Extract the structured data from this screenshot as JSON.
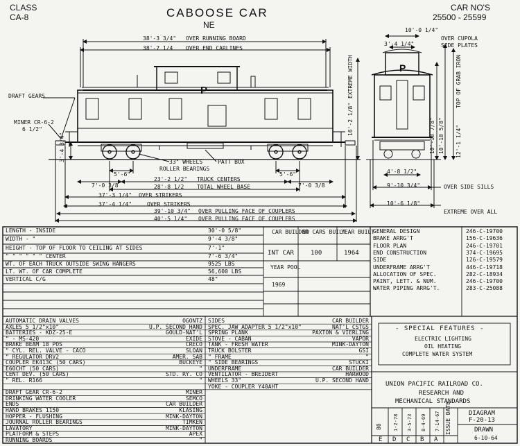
{
  "header": {
    "class_label": "CLASS",
    "class_value": "CA-8",
    "title": "CABOOSE CAR",
    "subtitle": "NE",
    "car_nos_label": "CAR NO'S",
    "car_nos_value": "25500 - 25599"
  },
  "side_view": {
    "dimensions": [
      {
        "text": "38'-3 3/4\"",
        "label": "OVER RUNNING BOARD"
      },
      {
        "text": "38'-7 1/4",
        "label": "OVER END CARLINES"
      },
      {
        "text": "5'-6\""
      },
      {
        "text": "5'-6\""
      },
      {
        "text": "7'-0 3/8"
      },
      {
        "text": "7'-0 3/8"
      },
      {
        "text": "23'-2 1/2\"",
        "label": "TRUCK CENTERS"
      },
      {
        "text": "28'-8 1/2",
        "label": "TOTAL WHEEL BASE"
      },
      {
        "text": "37'-3 1/4\"",
        "label": "OVER STRIKERS"
      },
      {
        "text": "37'-4 1/4\"",
        "label": "OVER STRIKERS"
      },
      {
        "text": "39'-10 3/4\"",
        "label": "OVER PULLING FACE OF COUPLERS"
      },
      {
        "text": "40'-5 1/4\"",
        "label": "OVER PULLING FACE OF COUPLERS"
      }
    ],
    "callouts": {
      "draft_gears": "DRAFT GEARS",
      "miner": "MINER CR-6-2",
      "miner_size": "6 1/2\"",
      "height_low": "3'-4 3/4\"",
      "wheels": "33\" WHEELS",
      "patt_box": "PATT BOX",
      "roller_bearings": "ROLLER BEARINGS",
      "herald": "P"
    }
  },
  "end_view": {
    "dims": [
      {
        "text": "10'-0 1/4\"",
        "label": "OVER CUPOLA"
      },
      {
        "text": "3'-4 1/4\"",
        "label": "SIDE PLATES"
      },
      {
        "text": "16'-2 1/8\"",
        "label": "EXTREME WIDTH"
      },
      {
        "text": "12'-1 1/4\"",
        "label": "TOP OF GRAB IRON"
      },
      {
        "text": "10'-10 7/8\""
      },
      {
        "text": "10'-10 5/8\""
      },
      {
        "text": "4'-8 1/2\""
      },
      {
        "text": "9'-10 3/4\"",
        "label": "OVER SIDE SILLS"
      },
      {
        "text": "10'-6 1/8\"",
        "label": "EXTREME OVER ALL"
      }
    ]
  },
  "spec_table": {
    "rows": [
      {
        "label": "LENGTH - INSIDE",
        "value": "30'-0 5/8\""
      },
      {
        "label": "WIDTH - \"",
        "value": "9'-4 3/8\""
      },
      {
        "label": "HEIGHT - TOP OF FLOOR TO CEILING AT SIDES",
        "value": "7'-1\""
      },
      {
        "label": "\"  \"  \"  \"  \"  \"  CENTER",
        "value": "7'-6 3/4\""
      },
      {
        "label": "WT. OF EACH TRUCK OUTSIDE SWING HANGERS",
        "value": "9525 LBS"
      },
      {
        "label": "LT. WT. OF CAR COMPLETE",
        "value": "56,600 LBS"
      },
      {
        "label": "VERTICAL  C/G",
        "value": "48\""
      }
    ],
    "builder_cols": [
      {
        "head": "CAR BUILDER",
        "value": "INT CAR"
      },
      {
        "head": "NO CARS BUILT",
        "value": "100"
      },
      {
        "head": "YEAR BUILT",
        "value": "1964"
      }
    ],
    "pool": {
      "label": "YEAR POOL",
      "value": "1969"
    }
  },
  "drawings_list": [
    {
      "name": "GENERAL DESIGN",
      "number": "246-C-19700"
    },
    {
      "name": "BRAKE ARRG'T",
      "number": "156-C-19636"
    },
    {
      "name": "FLOOR PLAN",
      "number": "246-C-19701"
    },
    {
      "name": "END CONSTRUCTION",
      "number": "374-C-19695"
    },
    {
      "name": "SIDE",
      "number": "126-C-19579"
    },
    {
      "name": "UNDERFRAME ARRG'T",
      "number": "446-C-19718"
    },
    {
      "name": "ALLOCATION OF SPEC.",
      "number": "282-C-18934"
    },
    {
      "name": "PAINT, LETT. & NUM.",
      "number": "246-C-19700"
    },
    {
      "name": "WATER PIPING ARRG'T.",
      "number": "283-C-25088"
    }
  ],
  "equipment_left": [
    {
      "item": "AUTOMATIC DRAIN VALVES",
      "maker": "OGONTZ"
    },
    {
      "item": "AXLES 5 1/2\"x10\"",
      "maker": "U.P. SECOND HAND"
    },
    {
      "item": "BATTERIES - KDZ-25-E",
      "maker": "GOULD-NAT'L"
    },
    {
      "item": "\" - MS-420",
      "maker": "EXIDE"
    },
    {
      "item": "BRAKE BEAM 18 POS",
      "maker": "CRECO"
    },
    {
      "item": "\" CYL. REL. VALVE - CACO",
      "maker": "SLOAN"
    },
    {
      "item": "\" REGULATOR DRV2",
      "maker": "AMER. SAB"
    },
    {
      "item": "COUPLER  EK413C  (50 CARS)",
      "maker": "BUCKEYE"
    },
    {
      "item": "E60CHT  (50 CARS)",
      "maker": "\""
    },
    {
      "item": "CENT DEV.  (50 CARS)",
      "maker": "STD. RY. CO"
    },
    {
      "item": "\" REL. R166",
      "maker": "\""
    },
    {
      "item": "",
      "maker": ""
    },
    {
      "item": "DRAFT GEAR CR-6-2",
      "maker": "MINER"
    },
    {
      "item": "DRINKING WATER COOLER",
      "maker": "SEMCO"
    },
    {
      "item": "ENDS",
      "maker": "CAR BUILDER"
    },
    {
      "item": "HAND BRAKES 1150",
      "maker": "KLASING"
    },
    {
      "item": "HOPPER - FLUSHING",
      "maker": "MINK-DAYTON"
    },
    {
      "item": "JOURNAL ROLLER BEARINGS",
      "maker": "TIMKEN"
    },
    {
      "item": "LAVATORY",
      "maker": "MINK-DAYTON"
    },
    {
      "item": "PLATFORM & STEPS",
      "maker": "APEX"
    },
    {
      "item": "RUNNING BOARDS",
      "maker": "\""
    }
  ],
  "equipment_mid": [
    {
      "item": "SIDES",
      "maker": "CAR BUILDER"
    },
    {
      "item": "SPEC. JAW ADAPTER 5 1/2\"x10\"",
      "maker": "NAT'L CSTGS"
    },
    {
      "item": "SPRING PLANK",
      "maker": "PAXTON & VIERLING"
    },
    {
      "item": "STOVE - CABAN",
      "maker": "VAPOR"
    },
    {
      "item": "TANK - FRESH WATER",
      "maker": "MINK-DAYTON"
    },
    {
      "item": "TRUCK BOLSTER",
      "maker": "GSI"
    },
    {
      "item": "\" FRAME",
      "maker": "\""
    },
    {
      "item": "\" SIDE BEARINGS",
      "maker": "STUCKI"
    },
    {
      "item": "UNDERFRAME",
      "maker": "CAR BUILDER"
    },
    {
      "item": "VENTILATOR - BREIDERT",
      "maker": "HARWOOD"
    },
    {
      "item": "WHEELS 33\"",
      "maker": "U.P. SECOND HAND"
    },
    {
      "item": "YOKE - COUPLER  Y40AHT",
      "maker": ""
    }
  ],
  "special_features": {
    "title": "- SPECIAL FEATURES -",
    "lines": [
      "ELECTRIC LIGHTING",
      "OIL HEATING",
      "COMPLETE WATER SYSTEM"
    ]
  },
  "title_block": {
    "company": "UNION PACIFIC RAILROAD CO.",
    "dept1": "RESEARCH AND",
    "dept2": "MECHANICAL STANDARDS",
    "diagram_label": "DIAGRAM",
    "diagram_no": "F-20-13",
    "drawn_label": "DRAWN",
    "drawn_date": "6-10-64",
    "issue_label": "ISSUE DATE",
    "rev_letters": [
      "E",
      "D",
      "C",
      "B",
      "A"
    ],
    "rev_dates": [
      "",
      "1-2-78",
      "3-5-73",
      "8-4-69",
      "7-14-67"
    ],
    "rev_extra": "80"
  }
}
